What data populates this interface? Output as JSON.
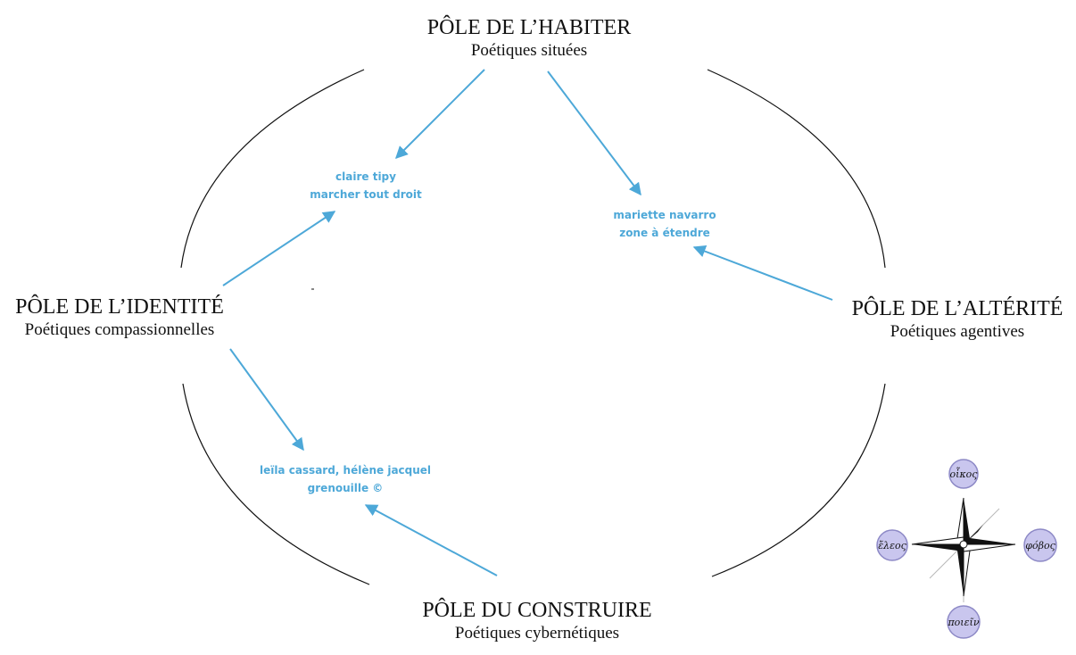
{
  "colors": {
    "accent": "#4da8d8",
    "ink": "#111111",
    "medallion_fill": "#c9c6ee",
    "medallion_stroke": "#8d89c6"
  },
  "poles": {
    "habiter": {
      "title": "PÔLE DE L’HABITER",
      "subtitle": "Poétiques situées"
    },
    "identite": {
      "title": "PÔLE DE L’IDENTITÉ",
      "subtitle": "Poétiques compassionnelles"
    },
    "alterite": {
      "title": "PÔLE DE L’ALTÉRITÉ",
      "subtitle": "Poétiques agentives"
    },
    "construire": {
      "title": "PÔLE DU CONSTRUIRE",
      "subtitle": "Poétiques cybernétiques"
    }
  },
  "works": [
    {
      "line1": "claire tipy",
      "line2": "marcher tout droit"
    },
    {
      "line1": "mariette navarro",
      "line2": "zone à étendre"
    },
    {
      "line1": "leïla cassard, hélène jacquel",
      "line2": "grenouille ©"
    }
  ],
  "compass": {
    "north": "οἶκος",
    "west": "ἔλεος",
    "east": "φόβος",
    "south": "ποιεῖν"
  }
}
